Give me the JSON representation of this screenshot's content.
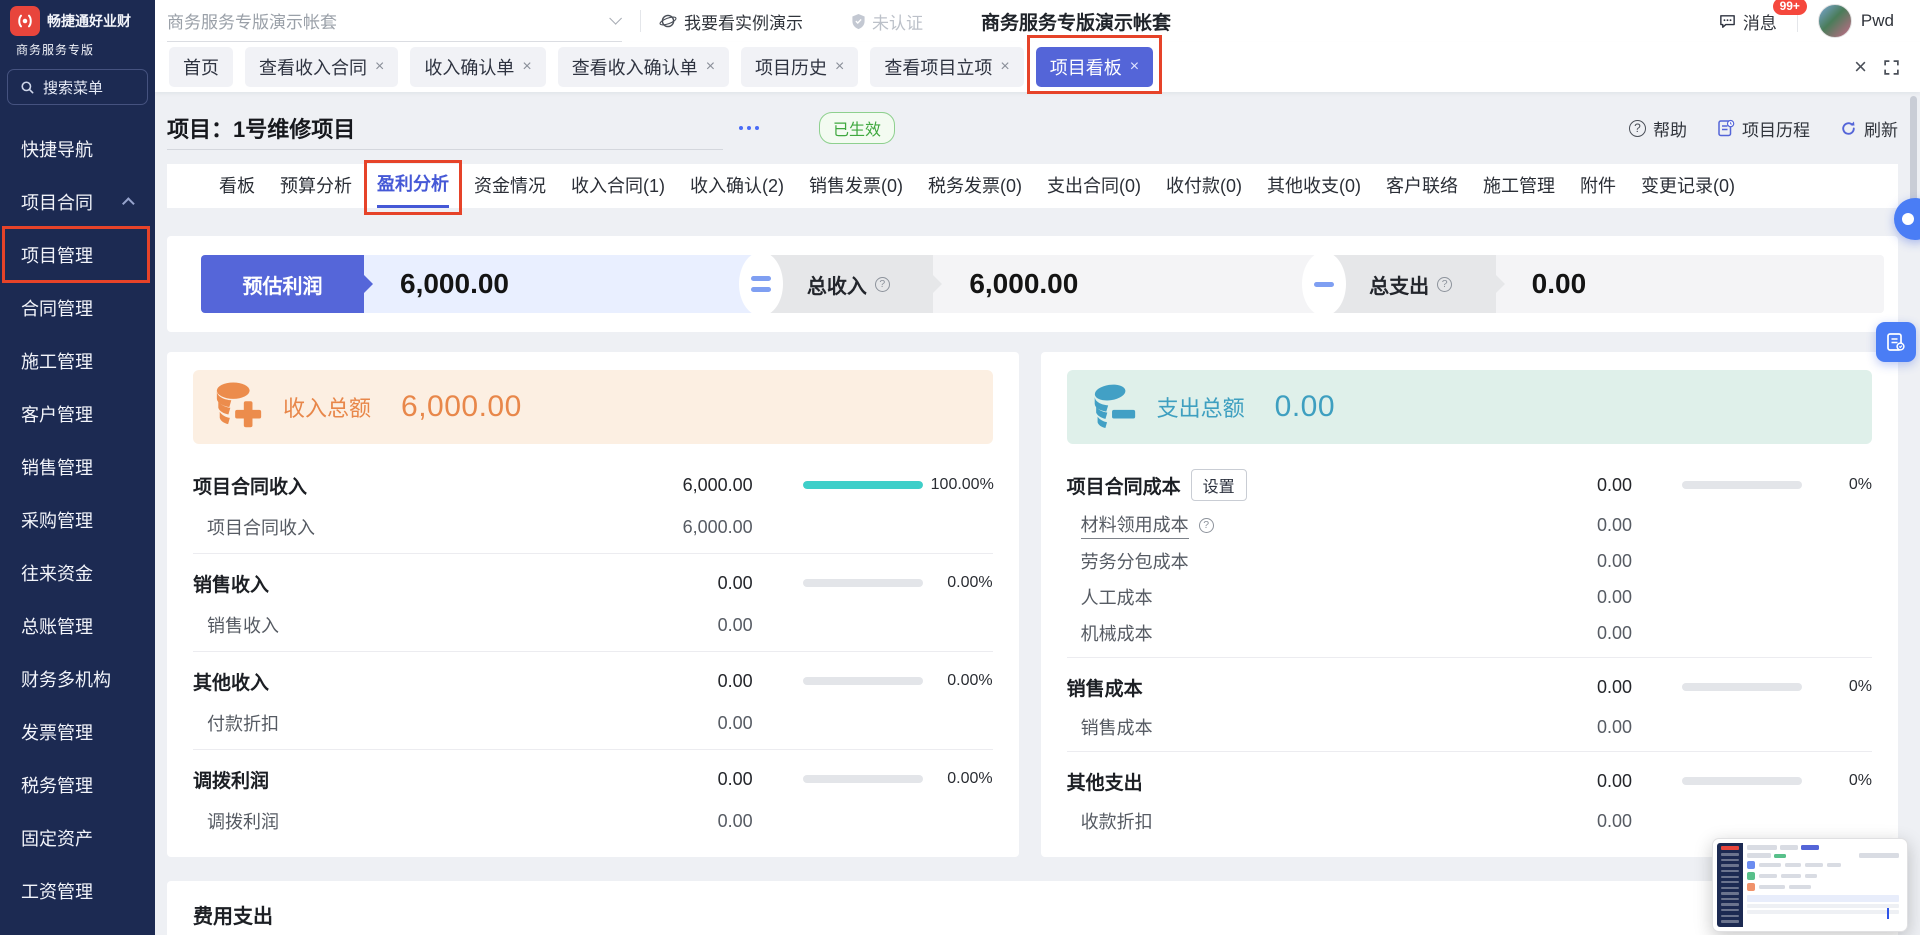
{
  "sidebar": {
    "logo_title": "畅捷通好业财",
    "logo_subtitle": "商务服务专版",
    "search_label": "搜索菜单",
    "items": [
      {
        "label": "快捷导航",
        "type": "item"
      },
      {
        "label": "项目合同",
        "type": "group",
        "expanded": true
      },
      {
        "label": "项目管理",
        "type": "subitem",
        "annotated": true
      },
      {
        "label": "合同管理",
        "type": "subitem"
      },
      {
        "label": "施工管理",
        "type": "subitem"
      },
      {
        "label": "客户管理",
        "type": "item"
      },
      {
        "label": "销售管理",
        "type": "item"
      },
      {
        "label": "采购管理",
        "type": "item"
      },
      {
        "label": "往来资金",
        "type": "item"
      },
      {
        "label": "总账管理",
        "type": "item"
      },
      {
        "label": "财务多机构",
        "type": "item"
      },
      {
        "label": "发票管理",
        "type": "item"
      },
      {
        "label": "税务管理",
        "type": "item"
      },
      {
        "label": "固定资产",
        "type": "item"
      },
      {
        "label": "工资管理",
        "type": "item"
      }
    ]
  },
  "topbar": {
    "account_select": "商务服务专版演示帐套",
    "demo_link": "我要看实例演示",
    "cert_status": "未认证",
    "account_name": "商务服务专版演示帐套",
    "messages_label": "消息",
    "messages_badge": "99+",
    "user_name": "Pwd"
  },
  "tabbar": {
    "tabs": [
      {
        "label": "首页",
        "closable": false
      },
      {
        "label": "查看收入合同",
        "closable": true
      },
      {
        "label": "收入确认单",
        "closable": true
      },
      {
        "label": "查看收入确认单",
        "closable": true
      },
      {
        "label": "项目历史",
        "closable": true
      },
      {
        "label": "查看项目立项",
        "closable": true
      },
      {
        "label": "项目看板",
        "closable": true,
        "active": true,
        "annotated": true
      }
    ]
  },
  "page_header": {
    "project_label": "项目：1号维修项目",
    "status": "已生效",
    "help": "帮助",
    "history": "项目历程",
    "refresh": "刷新"
  },
  "subtabs": [
    {
      "label": "看板"
    },
    {
      "label": "预算分析"
    },
    {
      "label": "盈利分析",
      "active": true,
      "annotated": true
    },
    {
      "label": "资金情况"
    },
    {
      "label": "收入合同(1)"
    },
    {
      "label": "收入确认(2)"
    },
    {
      "label": "销售发票(0)"
    },
    {
      "label": "税务发票(0)"
    },
    {
      "label": "支出合同(0)"
    },
    {
      "label": "收付款(0)"
    },
    {
      "label": "其他收支(0)"
    },
    {
      "label": "客户联络"
    },
    {
      "label": "施工管理"
    },
    {
      "label": "附件"
    },
    {
      "label": "变更记录(0)"
    }
  ],
  "metrics": {
    "profit_label": "预估利润",
    "profit_value": "6,000.00",
    "income_label": "总收入",
    "income_value": "6,000.00",
    "expense_label": "总支出",
    "expense_value": "0.00"
  },
  "income_panel": {
    "title": "收入总额",
    "total": "6,000.00",
    "sections": [
      {
        "name": "项目合同收入",
        "value": "6,000.00",
        "percent": "100.00%",
        "bar": 100,
        "children": [
          {
            "name": "项目合同收入",
            "value": "6,000.00"
          }
        ]
      },
      {
        "name": "销售收入",
        "value": "0.00",
        "percent": "0.00%",
        "bar": 0,
        "children": [
          {
            "name": "销售收入",
            "value": "0.00"
          }
        ]
      },
      {
        "name": "其他收入",
        "value": "0.00",
        "percent": "0.00%",
        "bar": 0,
        "children": [
          {
            "name": "付款折扣",
            "value": "0.00"
          }
        ]
      },
      {
        "name": "调拨利润",
        "value": "0.00",
        "percent": "0.00%",
        "bar": 0,
        "children": [
          {
            "name": "调拨利润",
            "value": "0.00"
          }
        ]
      }
    ]
  },
  "expense_panel": {
    "title": "支出总额",
    "total": "0.00",
    "sections": [
      {
        "name": "项目合同成本",
        "settings": "设置",
        "value": "0.00",
        "percent": "0%",
        "bar": 0,
        "children": [
          {
            "name": "材料领用成本",
            "cls": "underlined",
            "help": true,
            "value": "0.00"
          },
          {
            "name": "劳务分包成本",
            "value": "0.00"
          },
          {
            "name": "人工成本",
            "value": "0.00"
          },
          {
            "name": "机械成本",
            "value": "0.00"
          }
        ]
      },
      {
        "name": "销售成本",
        "value": "0.00",
        "percent": "0%",
        "bar": 0,
        "children": [
          {
            "name": "销售成本",
            "value": "0.00"
          }
        ]
      },
      {
        "name": "其他支出",
        "value": "0.00",
        "percent": "0%",
        "bar": 0,
        "children": [
          {
            "name": "收款折扣",
            "value": "0.00"
          }
        ]
      }
    ]
  },
  "bottom_section": {
    "title": "费用支出"
  },
  "colors": {
    "sidebar_navy": "#1c2a52",
    "accent_indigo": "#5465d8",
    "annotation_red": "#e64329",
    "income_orange": "#e8874a",
    "income_band_bg": "#fcefe2",
    "expense_teal": "#3e9fc0",
    "expense_band_bg": "#dff0ea",
    "progress_teal": "#3ecfc9",
    "status_green": "#3fa83f",
    "badge_red": "#f5483d"
  }
}
